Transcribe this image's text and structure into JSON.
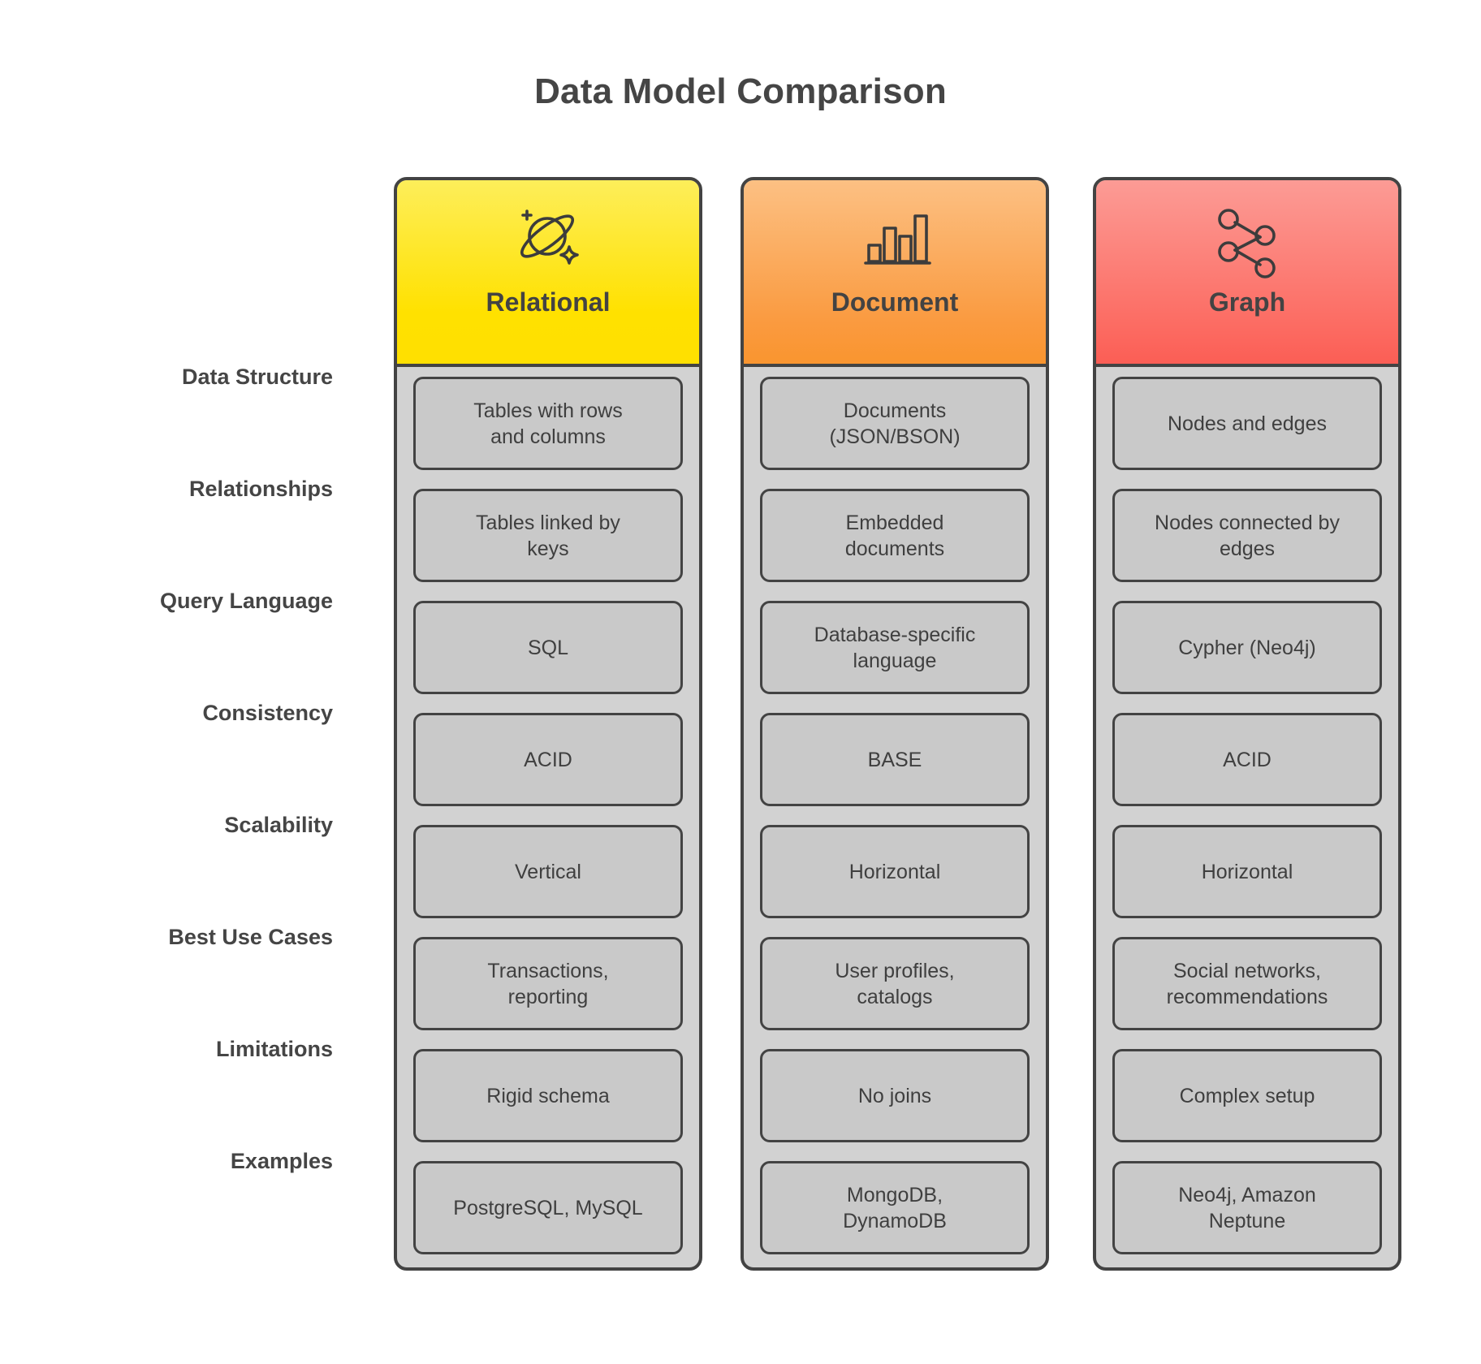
{
  "title": "Data Model Comparison",
  "colors": {
    "relational_header_top": "#fdee5a",
    "relational_header_bottom": "#ffe000",
    "document_header_top": "#fcc083",
    "document_header_bottom": "#f9952f",
    "graph_header_top": "#fc9b95",
    "graph_header_bottom": "#fb5e55",
    "card_background": "#d2d2d2",
    "cell_background": "#c9c9c9",
    "border": "#434343",
    "text": "#454545"
  },
  "chart_data": {
    "type": "table",
    "title": "Data Model Comparison",
    "categories": [
      "Relational",
      "Document",
      "Graph"
    ],
    "rows": [
      "Data Structure",
      "Relationships",
      "Query Language",
      "Consistency",
      "Scalability",
      "Best Use Cases",
      "Limitations",
      "Examples"
    ],
    "cells": {
      "Relational": [
        "Tables with rows and columns",
        "Tables linked by keys",
        "SQL",
        "ACID",
        "Vertical",
        "Transactions, reporting",
        "Rigid schema",
        "PostgreSQL, MySQL"
      ],
      "Document": [
        "Documents (JSON/BSON)",
        "Embedded documents",
        "Database-specific language",
        "BASE",
        "Horizontal",
        "User profiles, catalogs",
        "No joins",
        "MongoDB, DynamoDB"
      ],
      "Graph": [
        "Nodes and edges",
        "Nodes connected by edges",
        "Cypher (Neo4j)",
        "ACID",
        "Horizontal",
        "Social networks, recommendations",
        "Complex setup",
        "Neo4j, Amazon Neptune"
      ]
    }
  },
  "row_labels": [
    {
      "label": "Data Structure"
    },
    {
      "label": "Relationships"
    },
    {
      "label": "Query Language"
    },
    {
      "label": "Consistency"
    },
    {
      "label": "Scalability"
    },
    {
      "label": "Best Use Cases"
    },
    {
      "label": "Limitations"
    },
    {
      "label": "Examples"
    }
  ],
  "columns": [
    {
      "title": "Relational",
      "icon": "planet-icon",
      "cells": [
        "Tables with rows\nand columns",
        "Tables linked by\nkeys",
        "SQL",
        "ACID",
        "Vertical",
        "Transactions,\nreporting",
        "Rigid schema",
        "PostgreSQL, MySQL"
      ]
    },
    {
      "title": "Document",
      "icon": "bar-chart-icon",
      "cells": [
        "Documents\n(JSON/BSON)",
        "Embedded\ndocuments",
        "Database-specific\nlanguage",
        "BASE",
        "Horizontal",
        "User profiles,\ncatalogs",
        "No joins",
        "MongoDB,\nDynamoDB"
      ]
    },
    {
      "title": "Graph",
      "icon": "network-nodes-icon",
      "cells": [
        "Nodes and edges",
        "Nodes connected by\nedges",
        "Cypher (Neo4j)",
        "ACID",
        "Horizontal",
        "Social networks,\nrecommendations",
        "Complex setup",
        "Neo4j, Amazon\nNeptune"
      ]
    }
  ]
}
